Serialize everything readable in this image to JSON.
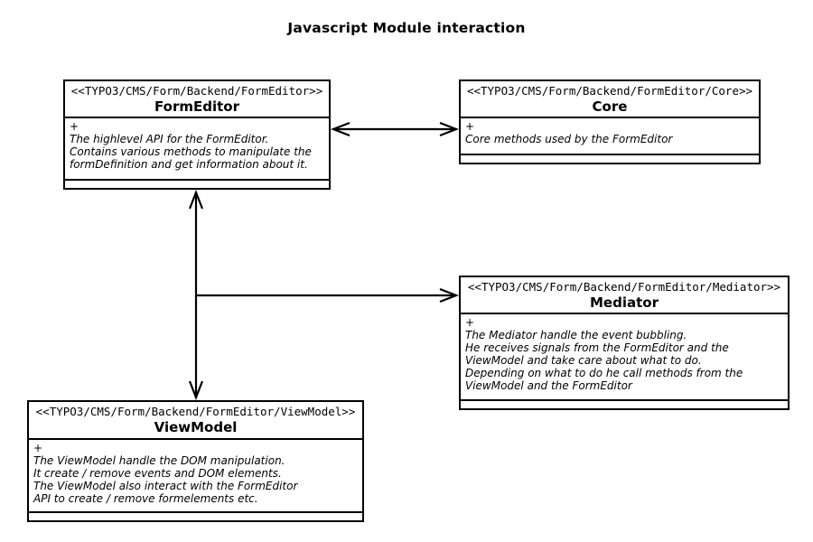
{
  "title": "Javascript Module interaction",
  "colors": {
    "line": "#000000",
    "background": "#ffffff",
    "text": "#000000"
  },
  "classes": {
    "formeditor": {
      "stereotype": "<<TYPO3/CMS/Form/Backend/FormEditor>>",
      "name": "FormEditor",
      "visibility": "+",
      "description": [
        "The highlevel API for the FormEditor.",
        "Contains various methods to manipulate the",
        "formDefinition and get information about it."
      ]
    },
    "core": {
      "stereotype": "<<TYPO3/CMS/Form/Backend/FormEditor/Core>>",
      "name": "Core",
      "visibility": "+",
      "description": [
        "Core methods used by the FormEditor"
      ]
    },
    "mediator": {
      "stereotype": "<<TYPO3/CMS/Form/Backend/FormEditor/Mediator>>",
      "name": "Mediator",
      "visibility": "+",
      "description": [
        "The Mediator handle the event bubbling.",
        "He receives signals from the FormEditor and the",
        "ViewModel and take care about what to do.",
        "Depending on what to do he call methods from the",
        "ViewModel and the FormEditor"
      ]
    },
    "viewmodel": {
      "stereotype": "<<TYPO3/CMS/Form/Backend/FormEditor/ViewModel>>",
      "name": "ViewModel",
      "visibility": "+",
      "description": [
        "The ViewModel handle the DOM manipulation.",
        "It create / remove events and DOM elements.",
        "The ViewModel also interact with the FormEditor",
        "API to create / remove formelements etc."
      ]
    }
  },
  "relations": [
    {
      "from": "FormEditor",
      "to": "Core",
      "direction": "bidirectional"
    },
    {
      "from": "FormEditor",
      "to": "ViewModel",
      "direction": "bidirectional"
    },
    {
      "from": "FormEditor-ViewModel",
      "to": "Mediator",
      "direction": "unidirectional"
    }
  ]
}
